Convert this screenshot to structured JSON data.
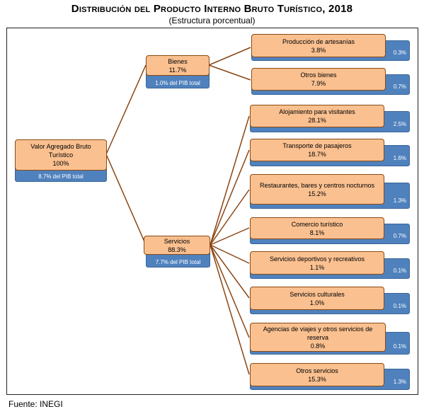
{
  "title": "Distribución del Producto Interno Bruto Turístico, 2018",
  "subtitle": "(Estructura porcentual)",
  "source": "Fuente: INEGI",
  "colors": {
    "node_fill": "#fac090",
    "node_border": "#8b4a12",
    "pib_fill": "#4f81bd",
    "connector": "#8b4513"
  },
  "root": {
    "label": "Valor Agregado Bruto Turístico",
    "pct": "100%",
    "pib": "8.7% del PIB total"
  },
  "bienes": {
    "label": "Bienes",
    "pct": "11.7%",
    "pib": "1.0% del PIB total",
    "items": [
      {
        "label": "Producción de artesanías",
        "pct": "3.8%",
        "pib": "0.3%"
      },
      {
        "label": "Otros bienes",
        "pct": "7.9%",
        "pib": "0.7%"
      }
    ]
  },
  "servicios": {
    "label": "Servicios",
    "pct": "88.3%",
    "pib": "7.7% del PIB total",
    "items": [
      {
        "label": "Alojamiento para visitantes",
        "pct": "28.1%",
        "pib": "2.5%"
      },
      {
        "label": "Transporte de pasajeros",
        "pct": "18.7%",
        "pib": "1.6%"
      },
      {
        "label": "Restaurantes, bares y centros nocturnos",
        "pct": "15.2%",
        "pib": "1.3%"
      },
      {
        "label": "Comercio turístico",
        "pct": "8.1%",
        "pib": "0.7%"
      },
      {
        "label": "Servicios deportivos y recreativos",
        "pct": "1.1%",
        "pib": "0.1%"
      },
      {
        "label": "Servicios culturales",
        "pct": "1.0%",
        "pib": "0.1%"
      },
      {
        "label": "Agencias de viajes y otros servicios de reserva",
        "pct": "0.8%",
        "pib": "0.1%"
      },
      {
        "label": "Otros servicios",
        "pct": "15.3%",
        "pib": "1.3%"
      }
    ]
  }
}
